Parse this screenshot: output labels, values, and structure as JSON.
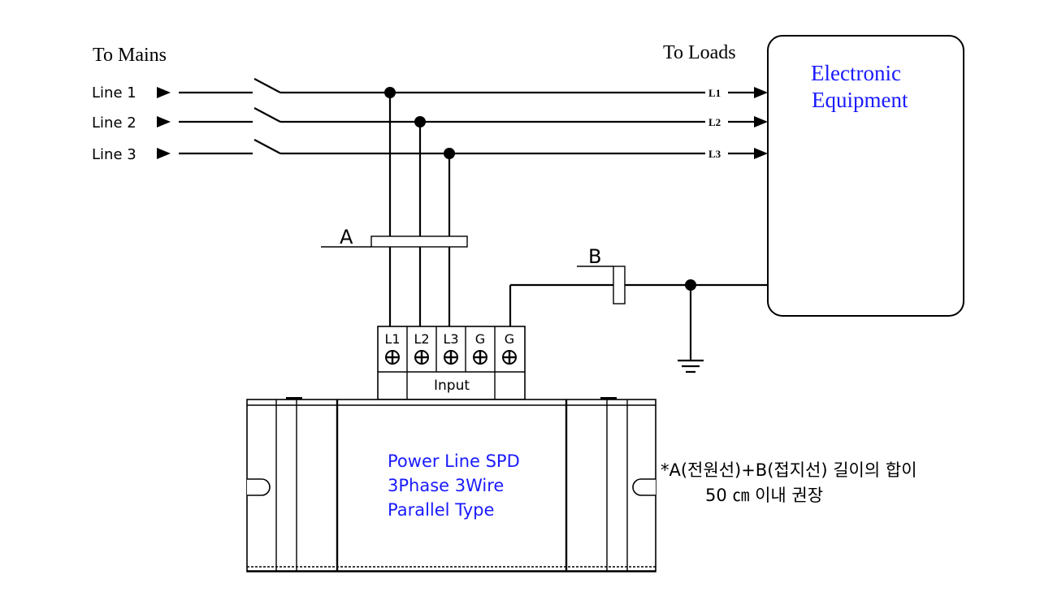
{
  "mains": {
    "header": "To  Mains",
    "lines": [
      "Line 1",
      "Line 2",
      "Line 3"
    ]
  },
  "loads": {
    "header": "To  Loads",
    "lines": [
      "L1",
      "L2",
      "L3"
    ]
  },
  "equipment": {
    "line1": "Electronic",
    "line2": "Equipment"
  },
  "conductor_labels": {
    "a": "A",
    "b": "B"
  },
  "terminals": [
    "L1",
    "L2",
    "L3",
    "G",
    "G"
  ],
  "terminal_group_label": "Input",
  "spd": {
    "line1": "Power Line SPD",
    "line2": "3Phase 3Wire",
    "line3": "Parallel Type"
  },
  "note": {
    "line1": "*A(전원선)+B(접지선) 길이의 합이",
    "line2": "50 ㎝ 이내 권장"
  },
  "colors": {
    "wire": "#000000",
    "label_blue": "#1a1aff"
  }
}
